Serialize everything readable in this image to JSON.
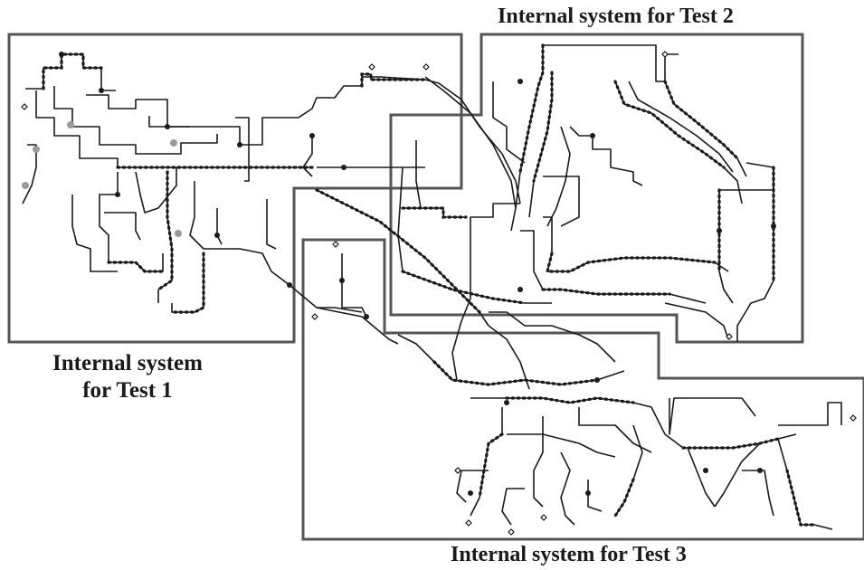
{
  "regions": {
    "test1": {
      "line1": "Internal system",
      "line2": "for Test 1"
    },
    "test2": {
      "label": "Internal system for Test 2"
    },
    "test3": {
      "label": "Internal system for Test 3"
    }
  },
  "colors": {
    "background": "#ffffff",
    "boundary": "#555555",
    "network": "#1a1a1a",
    "highlight": "#9a9a9a"
  }
}
